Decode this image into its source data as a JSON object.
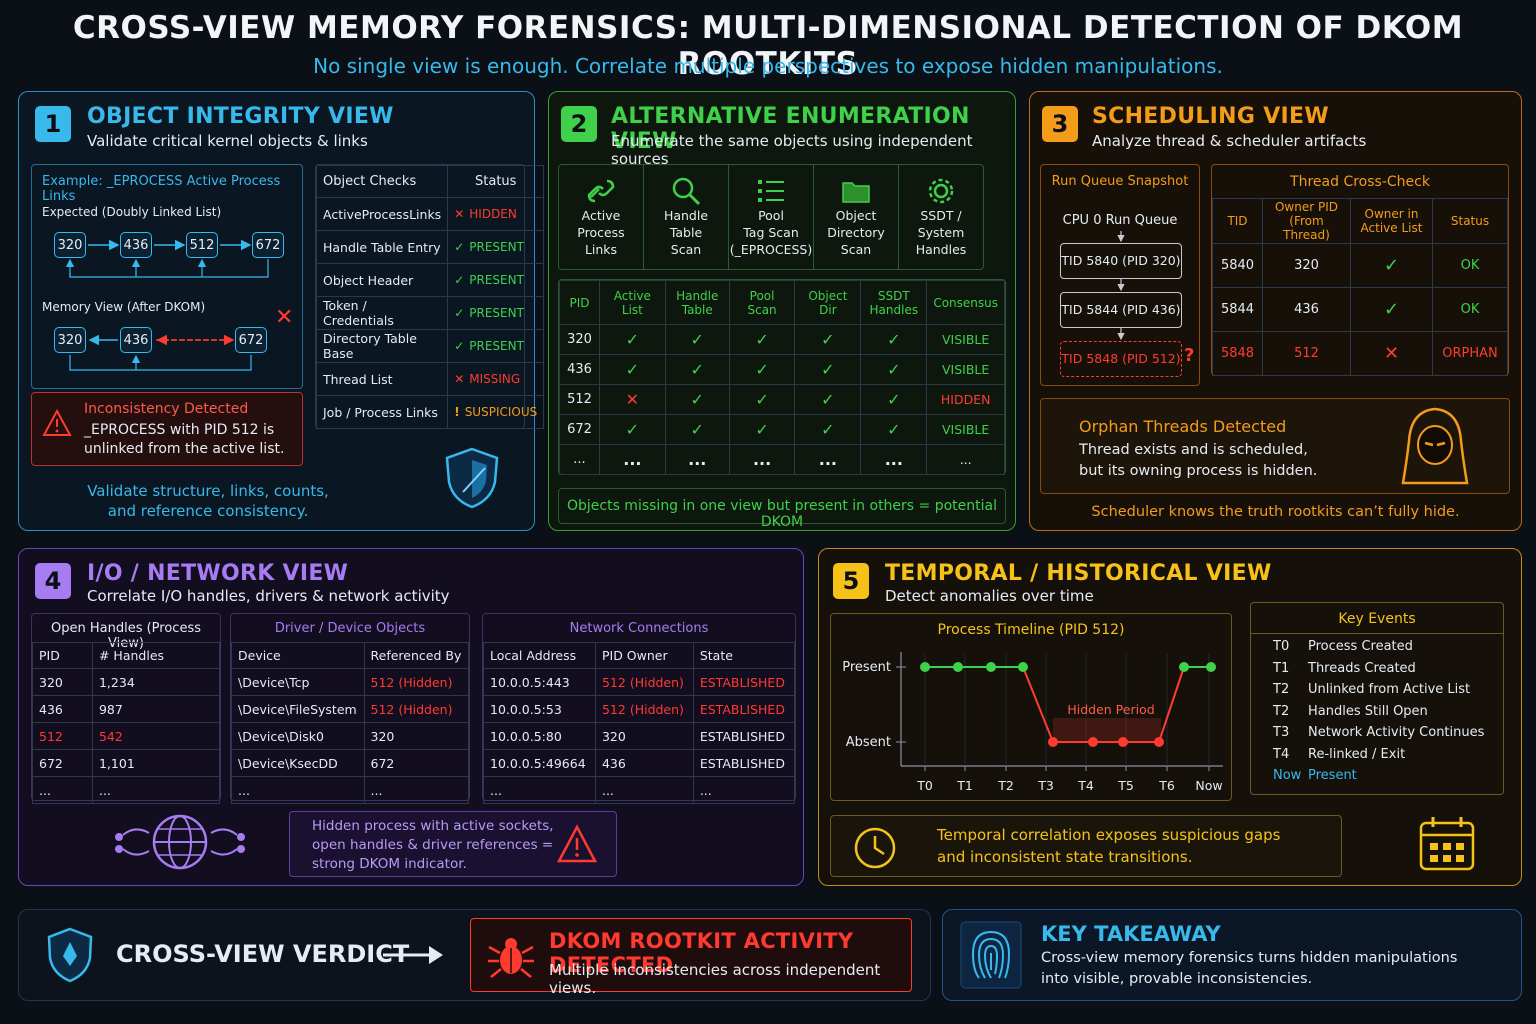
{
  "header": {
    "title": "CROSS-VIEW MEMORY FORENSICS: MULTI-DIMENSIONAL DETECTION OF DKOM ROOTKITS",
    "subtitle": "No single view is enough. Correlate multiple perspectives to expose hidden manipulations."
  },
  "colors": {
    "blue": "#38b9ec",
    "green": "#3fd14a",
    "orange": "#f39c1a",
    "purple": "#a77cf2",
    "yellow": "#f6c21a",
    "red": "#ff3b30"
  },
  "panel1": {
    "num": "1",
    "title": "OBJECT INTEGRITY VIEW",
    "subtitle": "Validate critical kernel objects & links",
    "example_title": "Example: _EPROCESS Active Process Links",
    "expected_label": "Expected (Doubly Linked List)",
    "expected_nodes": [
      "320",
      "436",
      "512",
      "672"
    ],
    "memory_label": "Memory View (After DKOM)",
    "memory_nodes": [
      "320",
      "436",
      "672"
    ],
    "alert_title": "Inconsistency Detected",
    "alert_line1": "_EPROCESS with PID 512 is",
    "alert_line2": "unlinked from the active list.",
    "checks_header": [
      "Object Checks",
      "Status"
    ],
    "checks": [
      {
        "name": "ActiveProcessLinks",
        "icon": "✕",
        "status": "HIDDEN",
        "color": "red"
      },
      {
        "name": "Handle Table Entry",
        "icon": "✓",
        "status": "PRESENT",
        "color": "green"
      },
      {
        "name": "Object Header",
        "icon": "✓",
        "status": "PRESENT",
        "color": "green"
      },
      {
        "name": "Token / Credentials",
        "icon": "✓",
        "status": "PRESENT",
        "color": "green"
      },
      {
        "name": "Directory Table Base",
        "icon": "✓",
        "status": "PRESENT",
        "color": "green"
      },
      {
        "name": "Thread List",
        "icon": "✕",
        "status": "MISSING",
        "color": "red"
      },
      {
        "name": "Job / Process Links",
        "icon": "!",
        "status": "SUSPICIOUS",
        "color": "orange"
      }
    ],
    "footer_line1": "Validate structure, links, counts,",
    "footer_line2": "and reference consistency."
  },
  "panel2": {
    "num": "2",
    "title": "ALTERNATIVE ENUMERATION VIEW",
    "subtitle": "Enumerate the same objects using independent sources",
    "sources": [
      {
        "icon": "link-icon",
        "l1": "Active",
        "l2": "Process",
        "l3": "Links"
      },
      {
        "icon": "magnifier-icon",
        "l1": "Handle",
        "l2": "Table",
        "l3": "Scan"
      },
      {
        "icon": "list-icon",
        "l1": "Pool",
        "l2": "Tag Scan",
        "l3": "(_EPROCESS)"
      },
      {
        "icon": "folder-icon",
        "l1": "Object",
        "l2": "Directory",
        "l3": "Scan"
      },
      {
        "icon": "gear-icon",
        "l1": "SSDT /",
        "l2": "System",
        "l3": "Handles"
      }
    ],
    "table_header": [
      "PID",
      "Active List",
      "Handle Table",
      "Pool Scan",
      "Object Dir",
      "SSDT Handles",
      "Consensus"
    ],
    "rows": [
      {
        "pid": "320",
        "cells": [
          "✓",
          "✓",
          "✓",
          "✓",
          "✓"
        ],
        "consensus": "VISIBLE"
      },
      {
        "pid": "436",
        "cells": [
          "✓",
          "✓",
          "✓",
          "✓",
          "✓"
        ],
        "consensus": "VISIBLE"
      },
      {
        "pid": "512",
        "cells": [
          "✕",
          "✓",
          "✓",
          "✓",
          "✓"
        ],
        "consensus": "HIDDEN"
      },
      {
        "pid": "672",
        "cells": [
          "✓",
          "✓",
          "✓",
          "✓",
          "✓"
        ],
        "consensus": "VISIBLE"
      },
      {
        "pid": "...",
        "cells": [
          "...",
          "...",
          "...",
          "...",
          "..."
        ],
        "consensus": "..."
      }
    ],
    "footer": "Objects missing in one view but present in others = potential DKOM"
  },
  "panel3": {
    "num": "3",
    "title": "SCHEDULING VIEW",
    "subtitle": "Analyze thread & scheduler artifacts",
    "runqueue_title": "Run Queue Snapshot",
    "cpu_label": "CPU 0 Run Queue",
    "threads": [
      "TID 5840 (PID 320)",
      "TID 5844 (PID 436)",
      "TID 5848 (PID 512)"
    ],
    "cross_title": "Thread Cross-Check",
    "cross_header": [
      "TID",
      "Owner PID (From Thread)",
      "Owner in Active List",
      "Status"
    ],
    "cross_rows": [
      {
        "tid": "5840",
        "pid": "320",
        "inlist": "✓",
        "status": "OK"
      },
      {
        "tid": "5844",
        "pid": "436",
        "inlist": "✓",
        "status": "OK"
      },
      {
        "tid": "5848",
        "pid": "512",
        "inlist": "✕",
        "status": "ORPHAN"
      }
    ],
    "orphan_title": "Orphan Threads Detected",
    "orphan_line1": "Thread exists and is scheduled,",
    "orphan_line2": "but its owning process is hidden.",
    "footer": "Scheduler knows the truth rootkits can’t fully hide."
  },
  "panel4": {
    "num": "4",
    "title": "I/O / NETWORK VIEW",
    "subtitle": "Correlate I/O handles, drivers & network activity",
    "handles_title": "Open Handles (Process View)",
    "handles_header": [
      "PID",
      "# Handles"
    ],
    "handles_rows": [
      [
        "320",
        "1,234"
      ],
      [
        "436",
        "987"
      ],
      [
        "512",
        "542"
      ],
      [
        "672",
        "1,101"
      ],
      [
        "...",
        "..."
      ]
    ],
    "driver_title": "Driver / Device Objects",
    "driver_header": [
      "Device",
      "Referenced By"
    ],
    "driver_rows": [
      [
        "\\Device\\Tcp",
        "512 (Hidden)"
      ],
      [
        "\\Device\\FileSystem",
        "512 (Hidden)"
      ],
      [
        "\\Device\\Disk0",
        "320"
      ],
      [
        "\\Device\\KsecDD",
        "672"
      ],
      [
        "...",
        "..."
      ]
    ],
    "net_title": "Network Connections",
    "net_header": [
      "Local Address",
      "PID Owner",
      "State"
    ],
    "net_rows": [
      [
        "10.0.0.5:443",
        "512 (Hidden)",
        "ESTABLISHED"
      ],
      [
        "10.0.0.5:53",
        "512 (Hidden)",
        "ESTABLISHED"
      ],
      [
        "10.0.0.5:80",
        "320",
        "ESTABLISHED"
      ],
      [
        "10.0.0.5:49664",
        "436",
        "ESTABLISHED"
      ],
      [
        "...",
        "...",
        "..."
      ]
    ],
    "alert_line1": "Hidden process with active sockets,",
    "alert_line2": "open handles & driver references =",
    "alert_line3": "strong DKOM indicator."
  },
  "panel5": {
    "num": "5",
    "title": "TEMPORAL / HISTORICAL VIEW",
    "subtitle": "Detect anomalies over time",
    "chart_title": "Process Timeline (PID 512)",
    "hidden_label": "Hidden Period",
    "events_title": "Key Events",
    "events": [
      {
        "t": "T0",
        "text": "Process Created"
      },
      {
        "t": "T1",
        "text": "Threads Created"
      },
      {
        "t": "T2",
        "text": "Unlinked from Active List"
      },
      {
        "t": "T2",
        "text": "Handles Still Open"
      },
      {
        "t": "T3",
        "text": "Network Activity Continues"
      },
      {
        "t": "T4",
        "text": "Re-linked / Exit"
      },
      {
        "t": "Now",
        "text": "Present"
      }
    ],
    "footer_line1": "Temporal correlation exposes suspicious gaps",
    "footer_line2": "and inconsistent state transitions."
  },
  "chart_data": {
    "type": "line",
    "title": "Process Timeline (PID 512)",
    "x": [
      "T0",
      "T1",
      "T2",
      "T3",
      "T4",
      "T5",
      "T6",
      "Now"
    ],
    "y_categories": [
      "Absent",
      "Present"
    ],
    "series": [
      {
        "values": [
          1,
          1,
          1,
          1,
          0,
          0,
          0,
          0,
          1,
          1
        ]
      }
    ],
    "points": [
      {
        "x": "T0-",
        "y": "Present"
      },
      {
        "x": "T0+",
        "y": "Present"
      },
      {
        "x": "T1+",
        "y": "Present"
      },
      {
        "x": "T2+",
        "y": "Present"
      },
      {
        "x": "T3",
        "y": "Absent"
      },
      {
        "x": "T4",
        "y": "Absent"
      },
      {
        "x": "T5",
        "y": "Absent"
      },
      {
        "x": "T6-",
        "y": "Absent"
      },
      {
        "x": "T6+",
        "y": "Present"
      },
      {
        "x": "Now",
        "y": "Present"
      }
    ],
    "annotation": "Hidden Period"
  },
  "verdict": {
    "label": "CROSS-VIEW VERDICT",
    "result_title": "DKOM ROOTKIT ACTIVITY DETECTED",
    "result_sub": "Multiple inconsistencies across independent views."
  },
  "takeaway": {
    "title": "KEY TAKEAWAY",
    "line1": "Cross-view memory forensics turns hidden manipulations",
    "line2": "into visible, provable inconsistencies."
  }
}
